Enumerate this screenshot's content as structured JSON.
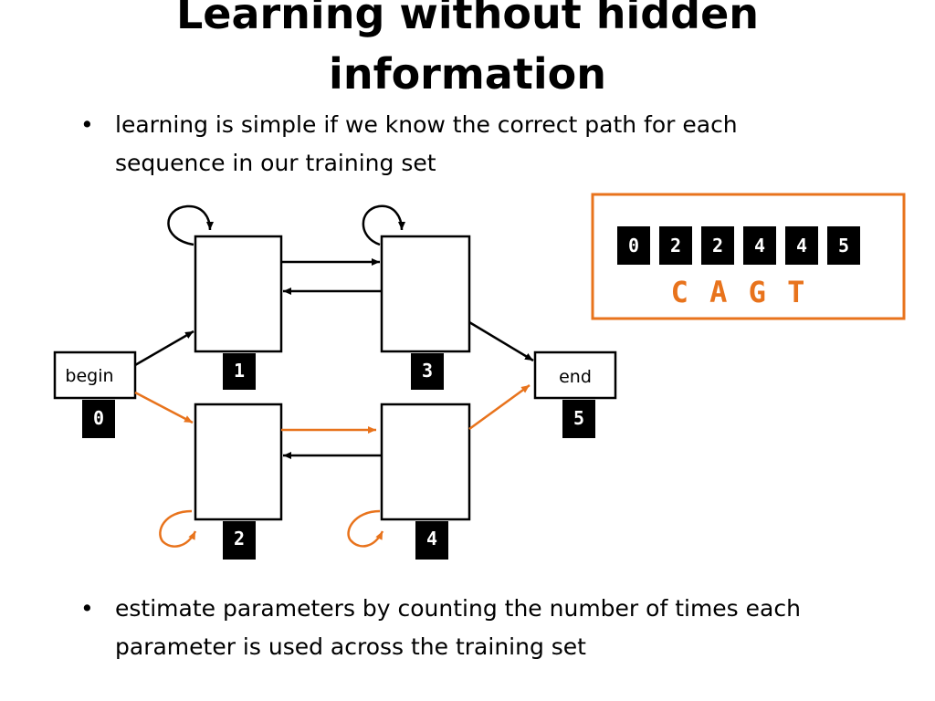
{
  "slide": {
    "title_lines": [
      "Learning without hidden",
      "information"
    ],
    "bullet1": "learning is simple if we know the correct path for each sequence in our training set",
    "bullet2": "estimate parameters by counting the number of times each parameter is used across the training set",
    "bullet_glyph": "•"
  },
  "diagram": {
    "begin_label": "begin",
    "end_label": "end",
    "states": [
      {
        "id": "0"
      },
      {
        "id": "1"
      },
      {
        "id": "2"
      },
      {
        "id": "3"
      },
      {
        "id": "4"
      },
      {
        "id": "5"
      }
    ],
    "path_sequence": [
      "0",
      "2",
      "2",
      "4",
      "4",
      "5"
    ],
    "emitted_sequence": "C A G T",
    "colors": {
      "path_highlight": "#e8731c",
      "normal": "#000000"
    }
  }
}
